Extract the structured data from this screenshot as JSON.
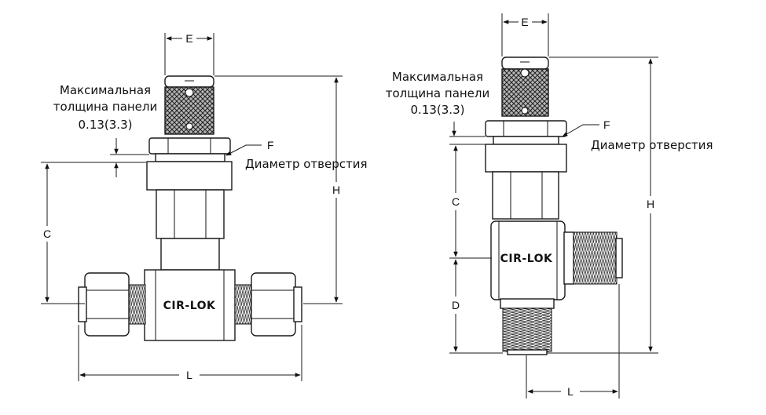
{
  "brand": "CIR-LOK",
  "left_view": {
    "dim_e": "E",
    "dim_f": "F",
    "dim_h": "H",
    "dim_c": "C",
    "dim_l": "L",
    "panel_note_line1": "Максимальная",
    "panel_note_line2": "толщина панели",
    "panel_note_value": "0.13(3.3)",
    "hole_diameter": "Диаметр отверстия"
  },
  "right_view": {
    "dim_e": "E",
    "dim_f": "F",
    "dim_h": "H",
    "dim_c": "C",
    "dim_d": "D",
    "dim_l": "L",
    "panel_note_line1": "Максимальная",
    "panel_note_line2": "толщина панели",
    "panel_note_value": "0.13(3.3)",
    "hole_diameter": "Диаметр отверстия"
  }
}
